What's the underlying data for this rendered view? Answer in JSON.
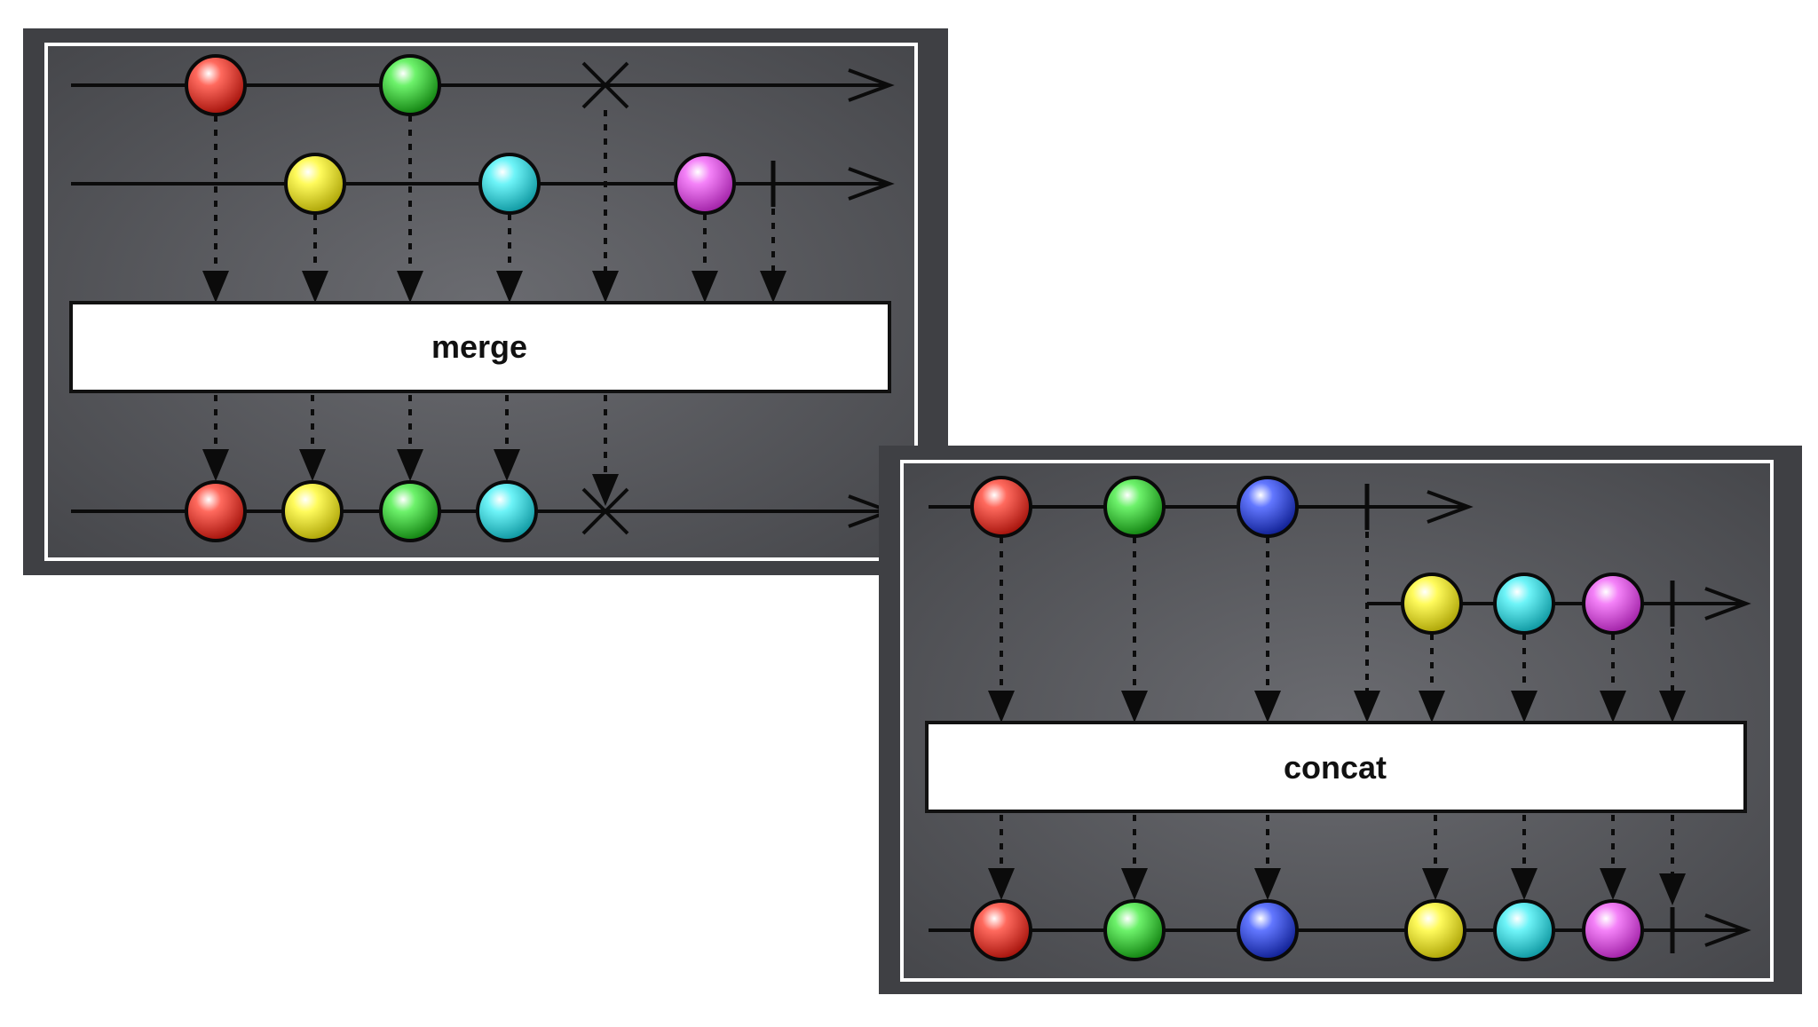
{
  "colors": {
    "panel_background": "#56575c",
    "panel_border": "#ffffff",
    "line": "#0b0b0b",
    "operator_box": "#ffffff",
    "red": "#e4261b",
    "green": "#24c023",
    "yellow": "#f3ec10",
    "cyan": "#22d8df",
    "magenta": "#e03ce6",
    "blue": "#1f37d3"
  },
  "diagrams": {
    "merge": {
      "operator_label": "merge",
      "inputs": [
        {
          "items": [
            "red",
            "green"
          ],
          "terminal": "error"
        },
        {
          "items": [
            "yellow",
            "cyan",
            "magenta"
          ],
          "terminal": "complete"
        }
      ],
      "output": {
        "items": [
          "red",
          "yellow",
          "green",
          "cyan"
        ],
        "terminal": "error"
      }
    },
    "concat": {
      "operator_label": "concat",
      "inputs": [
        {
          "items": [
            "red",
            "green",
            "blue"
          ],
          "terminal": "complete"
        },
        {
          "items": [
            "yellow",
            "cyan",
            "magenta"
          ],
          "terminal": "complete"
        }
      ],
      "output": {
        "items": [
          "red",
          "green",
          "blue",
          "yellow",
          "cyan",
          "magenta"
        ],
        "terminal": "complete"
      }
    }
  }
}
